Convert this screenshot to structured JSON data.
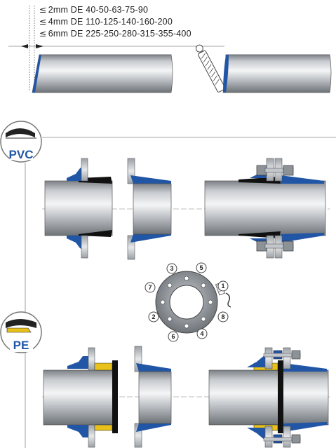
{
  "bevel_specs": [
    {
      "symbol": "≤",
      "text": "2mm DE 40-50-63-75-90"
    },
    {
      "symbol": "≤",
      "text": "4mm DE 110-125-140-160-200"
    },
    {
      "symbol": "≤",
      "text": "6mm DE 225-250-280-315-355-400"
    }
  ],
  "badges": {
    "pvc": "PVC",
    "pe": "PE"
  },
  "bolt_sequence": [
    "1",
    "2",
    "3",
    "4",
    "5",
    "6",
    "7",
    "8"
  ],
  "colors": {
    "flange_blue": "#2155a5",
    "pipe_gray": "#b9bdc2",
    "gasket_black": "#111111",
    "gasket_yellow": "#e8c21a"
  }
}
